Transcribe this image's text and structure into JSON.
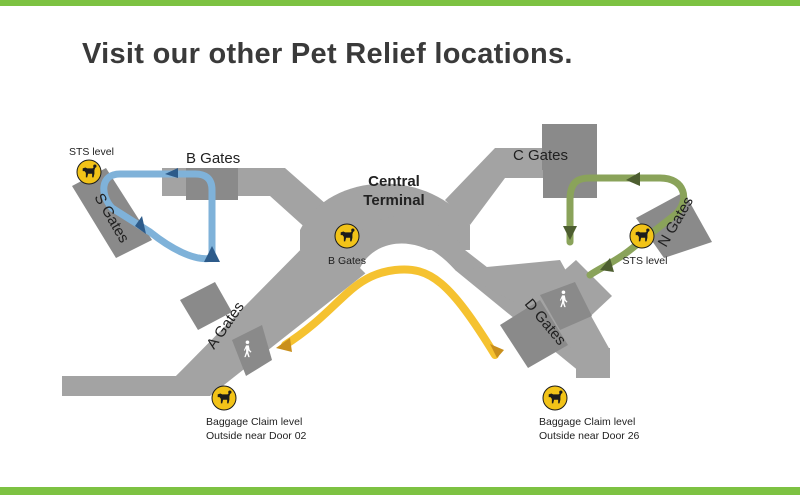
{
  "title": "Visit our other Pet Relief locations.",
  "colors": {
    "accent_band": "#7dc242",
    "building": "#a3a3a3",
    "building_dark": "#8a8a8a",
    "route_blue": "#7fb2d9",
    "route_yellow": "#f5c230",
    "route_green": "#8aa35a",
    "pet_icon": "#f2c318"
  },
  "map": {
    "central_terminal": [
      "Central",
      "Terminal"
    ],
    "gates": {
      "a": "A Gates",
      "b": "B Gates",
      "c": "C Gates",
      "d": "D Gates",
      "s": "S Gates",
      "n": "N Gates"
    },
    "pet_relief_locations": [
      {
        "id": "sts-west",
        "label": "STS level",
        "icon": "dog-icon"
      },
      {
        "id": "b-gates",
        "label": "B Gates",
        "icon": "dog-icon"
      },
      {
        "id": "sts-east",
        "label": "STS level",
        "icon": "dog-icon"
      },
      {
        "id": "door-02",
        "lines": [
          "Baggage Claim level",
          "Outside near Door 02"
        ],
        "icon": "dog-icon"
      },
      {
        "id": "door-26",
        "lines": [
          "Baggage Claim level",
          "Outside near Door 26"
        ],
        "icon": "dog-icon"
      }
    ],
    "walking_icons": [
      "walking-person-icon",
      "walking-person-icon"
    ]
  }
}
